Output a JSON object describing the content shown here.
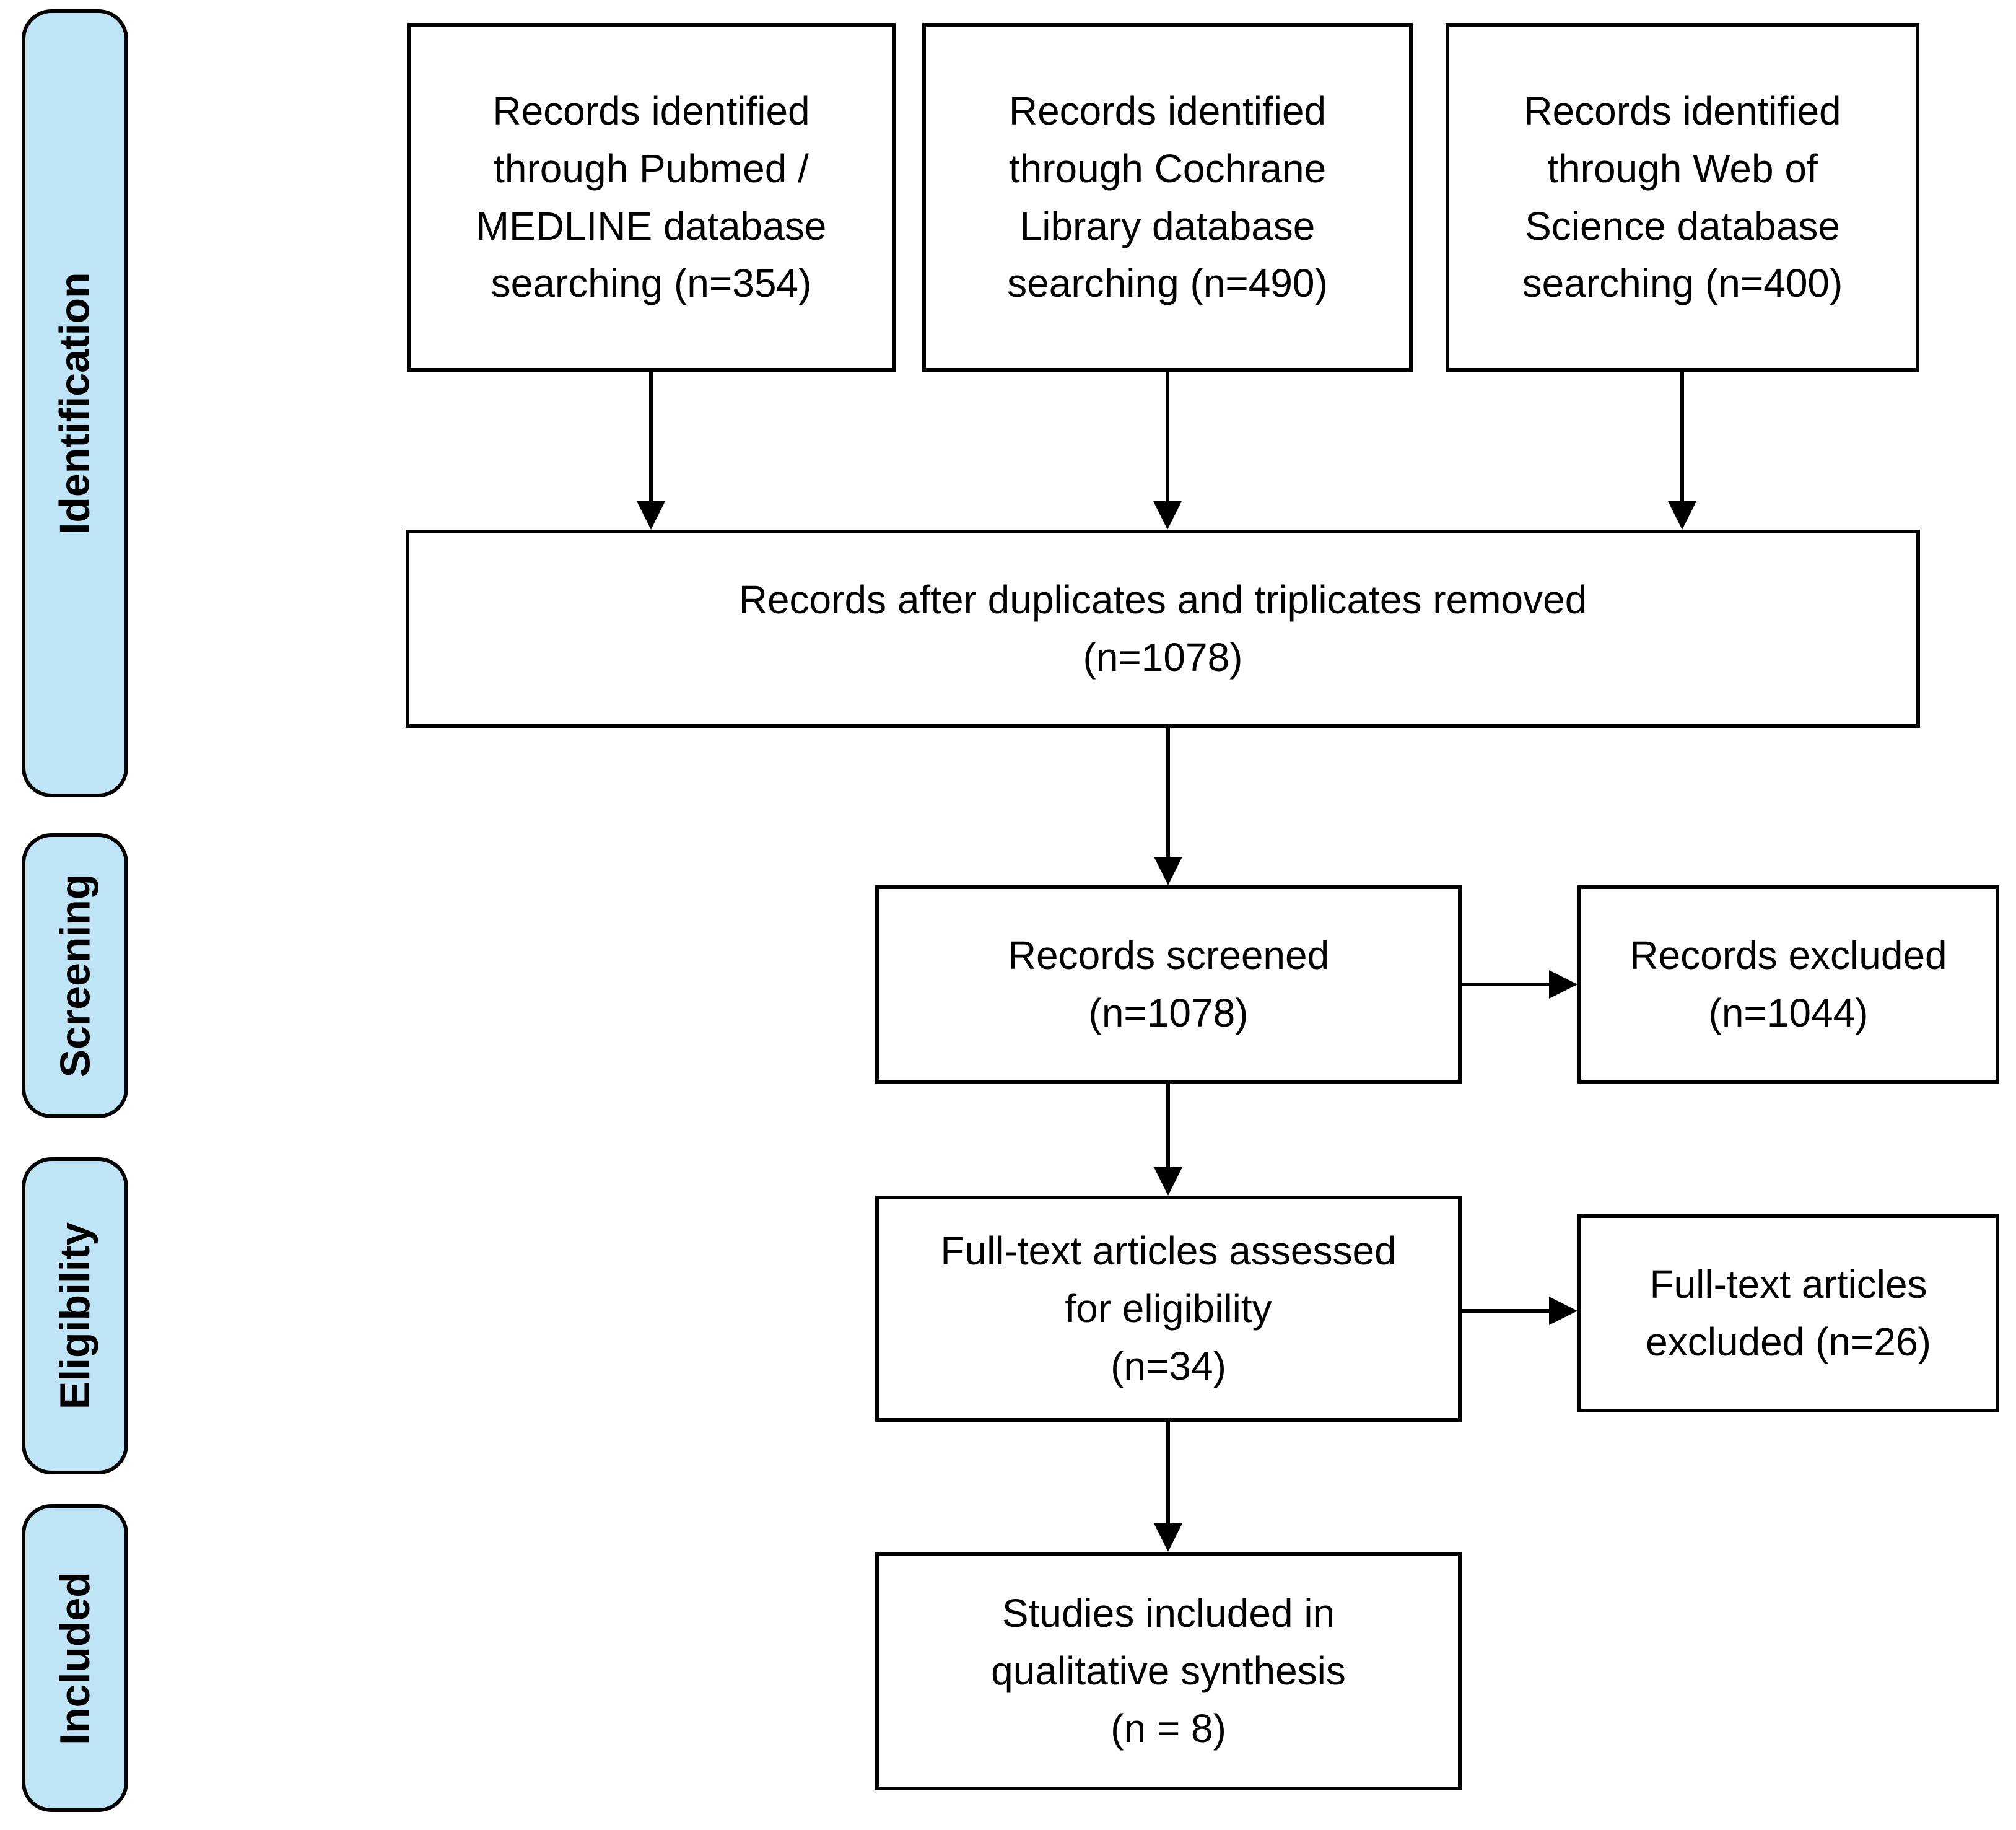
{
  "diagram": {
    "type": "prisma-flow-diagram",
    "colors": {
      "stage_fill": "#BEE4F6",
      "border": "#000000",
      "background": "#FFFFFF",
      "text": "#000000"
    },
    "stages": [
      {
        "label": "Identification"
      },
      {
        "label": "Screening"
      },
      {
        "label": "Eligibility"
      },
      {
        "label": "Included"
      }
    ],
    "boxes": {
      "pubmed": {
        "lines": [
          "Records identified",
          "through Pubmed /",
          "MEDLINE database",
          "searching (n=354)"
        ]
      },
      "cochrane": {
        "lines": [
          "Records identified",
          "through Cochrane",
          "Library database",
          "searching (n=490)"
        ]
      },
      "webofscience": {
        "lines": [
          "Records identified",
          "through Web of",
          "Science database",
          "searching (n=400)"
        ]
      },
      "deduplicated": {
        "lines": [
          "Records after duplicates and triplicates removed",
          "(n=1078)"
        ]
      },
      "screened": {
        "lines": [
          "Records screened",
          "(n=1078)"
        ]
      },
      "records_excluded": {
        "lines": [
          "Records excluded",
          "(n=1044)"
        ]
      },
      "fulltext_assessed": {
        "lines": [
          "Full-text articles assessed",
          "for eligibility",
          "(n=34)"
        ]
      },
      "fulltext_excluded": {
        "lines": [
          "Full-text articles",
          "excluded (n=26)"
        ]
      },
      "included_qualitative": {
        "lines": [
          "Studies included in",
          "qualitative synthesis",
          "(n = 8)"
        ]
      }
    },
    "counts": {
      "pubmed_medline": 354,
      "cochrane_library": 490,
      "web_of_science": 400,
      "after_duplicates_removed": 1078,
      "screened": 1078,
      "records_excluded": 1044,
      "fulltext_assessed": 34,
      "fulltext_excluded": 26,
      "included_qualitative_synthesis": 8
    },
    "edges": [
      {
        "from": "pubmed",
        "to": "deduplicated"
      },
      {
        "from": "cochrane",
        "to": "deduplicated"
      },
      {
        "from": "webofscience",
        "to": "deduplicated"
      },
      {
        "from": "deduplicated",
        "to": "screened"
      },
      {
        "from": "screened",
        "to": "records_excluded"
      },
      {
        "from": "screened",
        "to": "fulltext_assessed"
      },
      {
        "from": "fulltext_assessed",
        "to": "fulltext_excluded"
      },
      {
        "from": "fulltext_assessed",
        "to": "included_qualitative"
      }
    ]
  }
}
